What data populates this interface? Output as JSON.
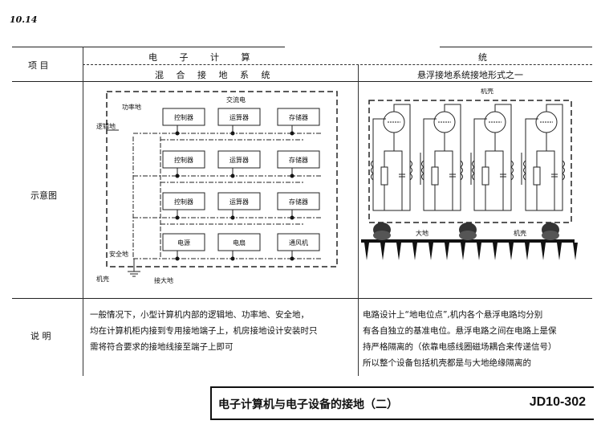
{
  "page_number": "10.14",
  "header": {
    "item_label": "项 目",
    "group_title_left": "电 子 计 算",
    "group_title_right": "统",
    "col_left": "混 合 接 地 系 统",
    "col_right": "悬浮接地系统接地形式之一"
  },
  "row_diagram_label": "示意图",
  "row_desc_label": "说 明",
  "left_diagram": {
    "labels": {
      "power_ground": "功率地",
      "logic_ground": "逻辑地",
      "ac": "交流电",
      "safety_ground": "安全地",
      "chassis": "机壳",
      "earth": "接大地"
    },
    "rows": [
      [
        "控制器",
        "运算器",
        "存储器"
      ],
      [
        "控制器",
        "运算器",
        "存储器"
      ],
      [
        "控制器",
        "运算器",
        "存储器"
      ],
      [
        "电源",
        "电扇",
        "通风机"
      ]
    ]
  },
  "right_diagram": {
    "labels": {
      "chassis_top": "机壳",
      "earth": "大地",
      "chassis_bottom": "机壳"
    }
  },
  "desc_left": [
    "一般情况下，小型计算机内部的逻辑地、功率地、安全地，",
    "均在计算机柜内接到专用接地端子上，机房接地设计安装时只",
    "需将符合要求的接地线接至端子上即可"
  ],
  "desc_right": [
    "电路设计上“地电位点”,机内各个悬浮电路均分别",
    "有各自独立的基准电位。悬浮电路之间在电路上是保",
    "持严格隔离的（依靠电感线圈磁场耦合来传递信号）",
    "所以整个设备包括机壳都是与大地绝缘隔离的"
  ],
  "footer": {
    "title": "电子计算机与电子设备的接地（二）",
    "code": "JD10-302"
  }
}
